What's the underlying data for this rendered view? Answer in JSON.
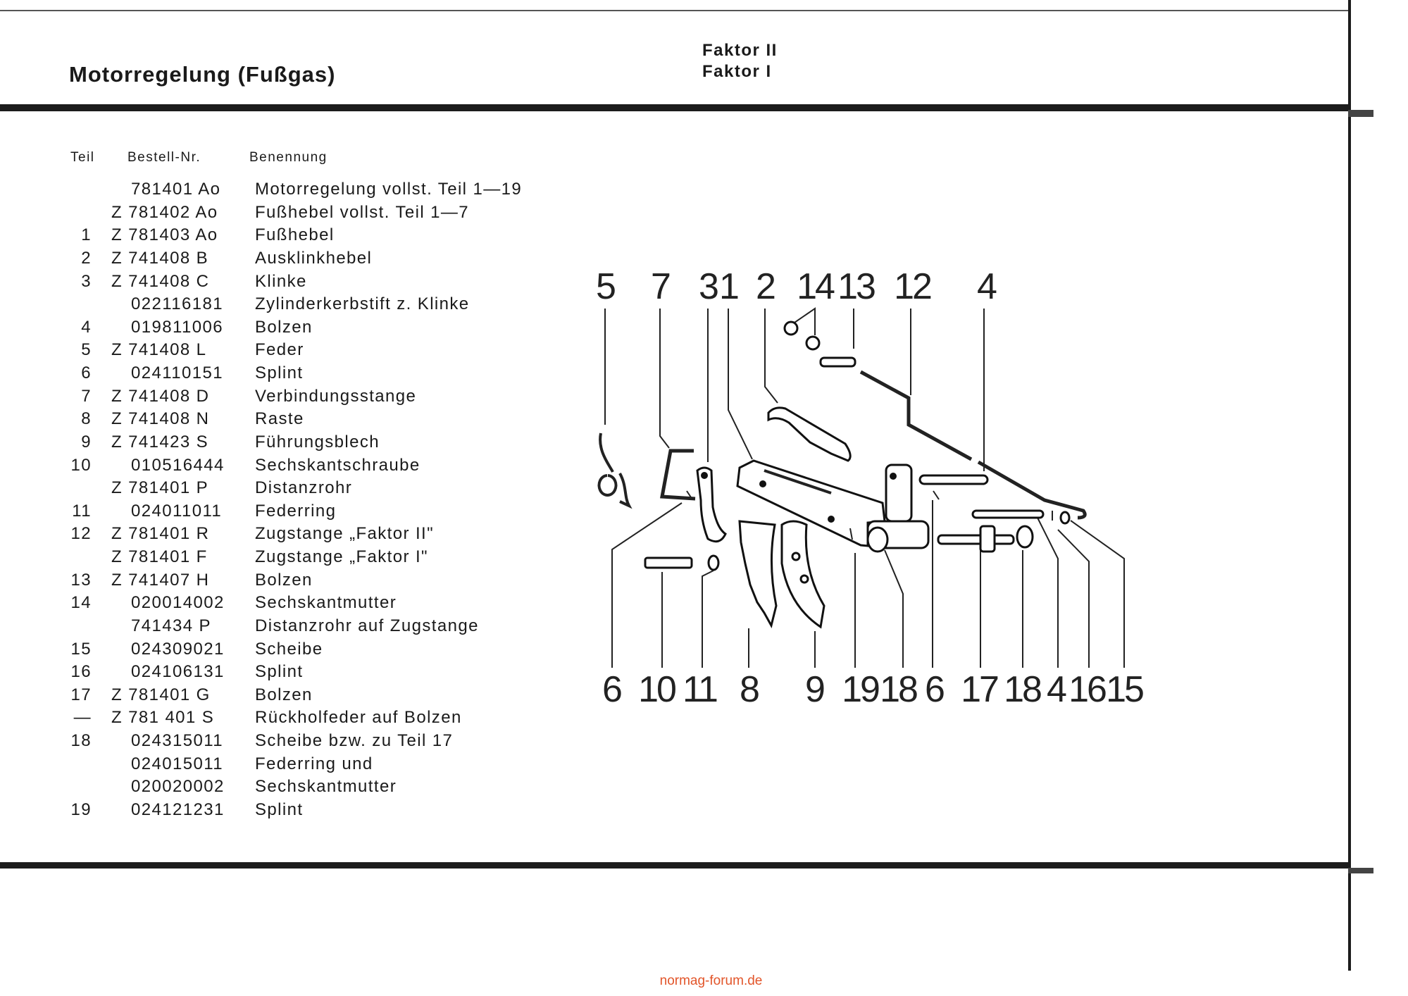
{
  "header": {
    "title": "Motorregelung (Fußgas)",
    "faktor_lines": [
      "Faktor II",
      "Faktor I"
    ]
  },
  "table": {
    "columns": [
      "Teil",
      "Bestell-Nr.",
      "Benennung"
    ],
    "rows": [
      {
        "teil": "",
        "bestell": "781401 Ao",
        "benennung": "Motorregelung vollst. Teil 1—19"
      },
      {
        "teil": "",
        "bestell": "Z 781402 Ao",
        "benennung": "Fußhebel vollst. Teil 1—7"
      },
      {
        "teil": "1",
        "bestell": "Z 781403 Ao",
        "benennung": "Fußhebel"
      },
      {
        "teil": "2",
        "bestell": "Z 741408 B",
        "benennung": "Ausklinkhebel"
      },
      {
        "teil": "3",
        "bestell": "Z 741408 C",
        "benennung": "Klinke"
      },
      {
        "teil": "",
        "bestell": "022116181",
        "benennung": "Zylinderkerbstift z. Klinke"
      },
      {
        "teil": "4",
        "bestell": "019811006",
        "benennung": "Bolzen"
      },
      {
        "teil": "5",
        "bestell": "Z 741408 L",
        "benennung": "Feder"
      },
      {
        "teil": "6",
        "bestell": "024110151",
        "benennung": "Splint"
      },
      {
        "teil": "7",
        "bestell": "Z 741408 D",
        "benennung": "Verbindungsstange"
      },
      {
        "teil": "8",
        "bestell": "Z 741408 N",
        "benennung": "Raste"
      },
      {
        "teil": "9",
        "bestell": "Z 741423 S",
        "benennung": "Führungsblech"
      },
      {
        "teil": "10",
        "bestell": "010516444",
        "benennung": "Sechskantschraube"
      },
      {
        "teil": "",
        "bestell": "Z 781401 P",
        "benennung": "Distanzrohr"
      },
      {
        "teil": "11",
        "bestell": "024011011",
        "benennung": "Federring"
      },
      {
        "teil": "12",
        "bestell": "Z 781401 R",
        "benennung": "Zugstange „Faktor II\""
      },
      {
        "teil": "",
        "bestell": "Z 781401 F",
        "benennung": "Zugstange „Faktor I\""
      },
      {
        "teil": "13",
        "bestell": "Z 741407 H",
        "benennung": "Bolzen"
      },
      {
        "teil": "14",
        "bestell": "020014002",
        "benennung": "Sechskantmutter"
      },
      {
        "teil": "",
        "bestell": "741434 P",
        "benennung": "Distanzrohr auf Zugstange"
      },
      {
        "teil": "15",
        "bestell": "024309021",
        "benennung": "Scheibe"
      },
      {
        "teil": "16",
        "bestell": "024106131",
        "benennung": "Splint"
      },
      {
        "teil": "17",
        "bestell": "Z 781401 G",
        "benennung": "Bolzen"
      },
      {
        "teil": "—",
        "bestell": "Z 781 401 S",
        "benennung": "Rückholfeder auf Bolzen"
      },
      {
        "teil": "18",
        "bestell": "024315011",
        "benennung": "Scheibe bzw. zu Teil 17"
      },
      {
        "teil": "",
        "bestell": "024015011",
        "benennung": "Federring und"
      },
      {
        "teil": "",
        "bestell": "020020002",
        "benennung": "Sechskantmutter"
      },
      {
        "teil": "19",
        "bestell": "024121231",
        "benennung": "Splint"
      }
    ]
  },
  "diagram": {
    "callouts_top": [
      "5",
      "7",
      "3",
      "1",
      "2",
      "14",
      "13",
      "12",
      "4"
    ],
    "callouts_bottom": [
      "6",
      "10",
      "11",
      "8",
      "9",
      "19",
      "18",
      "6",
      "17",
      "18",
      "4",
      "16",
      "15"
    ]
  },
  "footer": {
    "text": "normag-forum.de",
    "color": "#e2552a"
  }
}
